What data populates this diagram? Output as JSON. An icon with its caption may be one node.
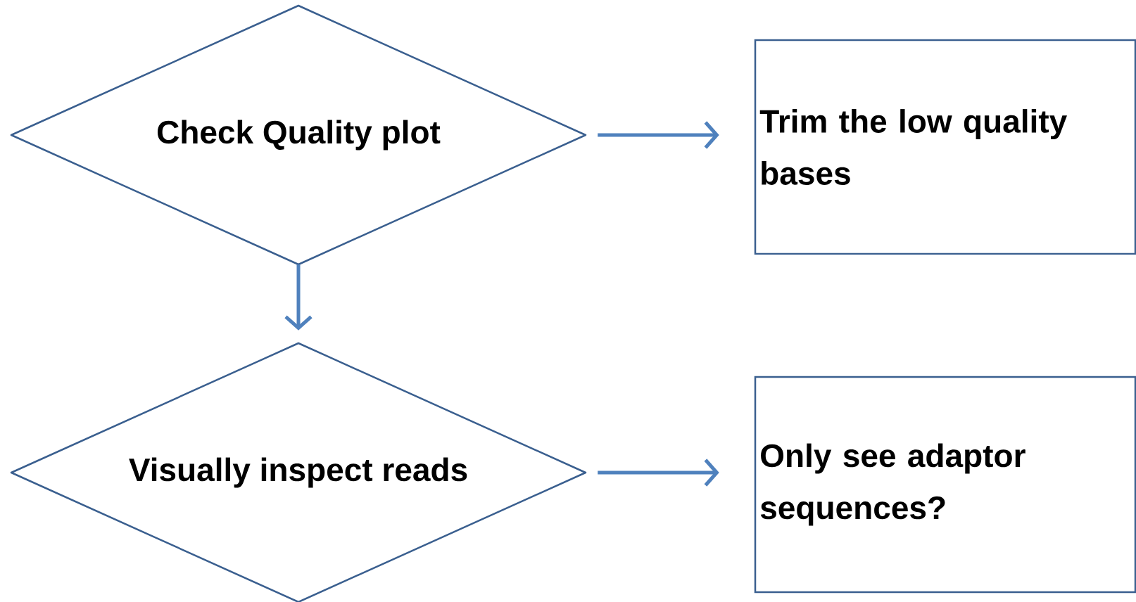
{
  "diagram": {
    "nodes": [
      {
        "text": [
          "Check Quality plot"
        ]
      },
      {
        "text": [
          "Trim the low quality bases"
        ]
      },
      {
        "text": [
          "Visually inspect reads"
        ]
      },
      {
        "text": [
          "Only see adaptor sequences?"
        ]
      }
    ],
    "edges": [
      {
        "from": 0,
        "to": 1,
        "arrow": "to"
      },
      {
        "from": 0,
        "to": 2,
        "arrow": "to"
      },
      {
        "from": 2,
        "to": 3,
        "arrow": "to"
      }
    ]
  }
}
